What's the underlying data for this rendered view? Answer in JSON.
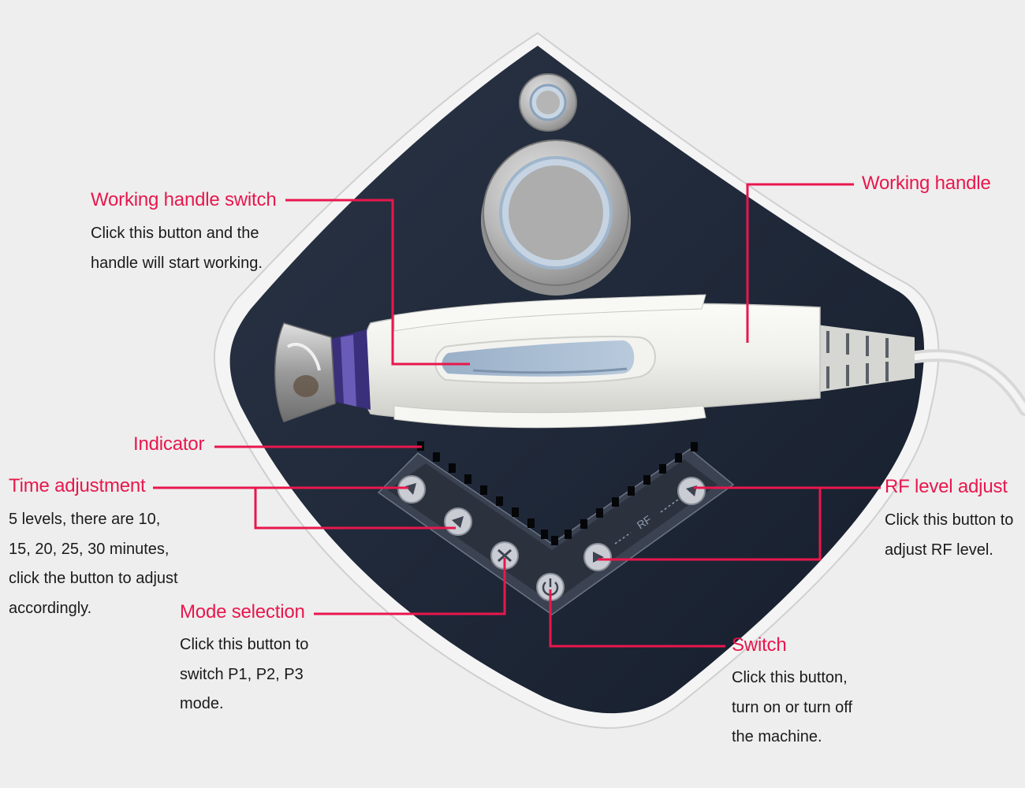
{
  "colors": {
    "background": "#eeeeee",
    "accent": "#e8174d",
    "panel": "#1e2838",
    "text": "#1a1a1a"
  },
  "callouts": {
    "working_handle_switch": {
      "title": "Working handle switch",
      "lines": [
        "Click this button and the",
        "handle will start working."
      ]
    },
    "working_handle": {
      "title": "Working handle",
      "lines": []
    },
    "indicator": {
      "title": "Indicator",
      "lines": []
    },
    "time_adjustment": {
      "title": "Time adjustment",
      "lines": [
        "5 levels, there are 10,",
        "15, 20, 25, 30 minutes,",
        "click the button to adjust",
        "accordingly."
      ]
    },
    "rf_level_adjust": {
      "title": "RF level adjust",
      "lines": [
        "Click this button to",
        "adjust RF level."
      ]
    },
    "mode_selection": {
      "title": "Mode selection",
      "lines": [
        "Click this button to",
        "switch P1, P2, P3",
        "mode."
      ]
    },
    "switch": {
      "title": "Switch",
      "lines": [
        "Click this button,",
        "turn on or turn off",
        "the machine."
      ]
    }
  },
  "device": {
    "panel_label": "RF",
    "icons": [
      "power-icon",
      "arrow-button-icon",
      "mode-button-icon"
    ]
  }
}
